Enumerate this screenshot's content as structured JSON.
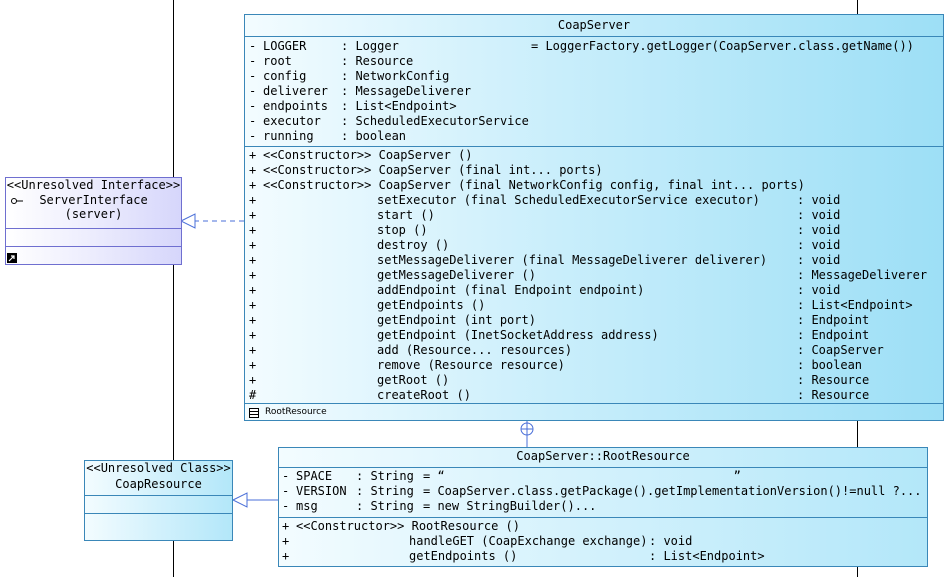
{
  "server_class": {
    "name": "CoapServer",
    "attributes": [
      {
        "vis": "-",
        "name": "LOGGER",
        "type": ": Logger",
        "init": "= LoggerFactory.getLogger(CoapServer.class.getName())"
      },
      {
        "vis": "-",
        "name": "root",
        "type": ": Resource",
        "init": ""
      },
      {
        "vis": "-",
        "name": "config",
        "type": ": NetworkConfig",
        "init": ""
      },
      {
        "vis": "-",
        "name": "deliverer",
        "type": ": MessageDeliverer",
        "init": ""
      },
      {
        "vis": "-",
        "name": "endpoints",
        "type": ": List<Endpoint>",
        "init": ""
      },
      {
        "vis": "-",
        "name": "executor",
        "type": ": ScheduledExecutorService",
        "init": ""
      },
      {
        "vis": "-",
        "name": "running",
        "type": ": boolean",
        "init": ""
      }
    ],
    "constructors": [
      {
        "vis": "+",
        "text": "<<Constructor>> CoapServer ()"
      },
      {
        "vis": "+",
        "text": "<<Constructor>> CoapServer (final int... ports)"
      },
      {
        "vis": "+",
        "text": "<<Constructor>> CoapServer (final NetworkConfig config, final int... ports)"
      }
    ],
    "methods": [
      {
        "vis": "+",
        "sig": "setExecutor (final ScheduledExecutorService executor)",
        "ret": ": void"
      },
      {
        "vis": "+",
        "sig": "start ()",
        "ret": ": void"
      },
      {
        "vis": "+",
        "sig": "stop ()",
        "ret": ": void"
      },
      {
        "vis": "+",
        "sig": "destroy ()",
        "ret": ": void"
      },
      {
        "vis": "+",
        "sig": "setMessageDeliverer (final MessageDeliverer deliverer)",
        "ret": ": void"
      },
      {
        "vis": "+",
        "sig": "getMessageDeliverer ()",
        "ret": ": MessageDeliverer"
      },
      {
        "vis": "+",
        "sig": "addEndpoint (final Endpoint endpoint)",
        "ret": ": void"
      },
      {
        "vis": "+",
        "sig": "getEndpoints ()",
        "ret": ": List<Endpoint>"
      },
      {
        "vis": "+",
        "sig": "getEndpoint (int port)",
        "ret": ": Endpoint"
      },
      {
        "vis": "+",
        "sig": "getEndpoint (InetSocketAddress address)",
        "ret": ": Endpoint"
      },
      {
        "vis": "+",
        "sig": "add (Resource... resources)",
        "ret": ": CoapServer"
      },
      {
        "vis": "+",
        "sig": "remove (Resource resource)",
        "ret": ": boolean"
      },
      {
        "vis": "+",
        "sig": "getRoot ()",
        "ret": ": Resource"
      },
      {
        "vis": "#",
        "sig": "createRoot ()",
        "ret": ": Resource"
      }
    ],
    "nested_label": "RootResource"
  },
  "server_interface": {
    "stereotype": "<<Unresolved Interface>>",
    "name": "ServerInterface",
    "package": "(server)"
  },
  "root_resource": {
    "name": "CoapServer::RootResource",
    "attributes": [
      {
        "vis": "-",
        "name": "SPACE",
        "type": ": String",
        "init": "= “                                        ”"
      },
      {
        "vis": "-",
        "name": "VERSION",
        "type": ": String",
        "init": "= CoapServer.class.getPackage().getImplementationVersion()!=null ?..."
      },
      {
        "vis": "-",
        "name": "msg",
        "type": ": String",
        "init": "= new StringBuilder()..."
      }
    ],
    "constructors": [
      {
        "vis": "+",
        "text": "<<Constructor>> RootResource ()"
      }
    ],
    "methods": [
      {
        "vis": "+",
        "sig": "handleGET (CoapExchange exchange)",
        "ret": ": void"
      },
      {
        "vis": "+",
        "sig": "getEndpoints ()",
        "ret": ": List<Endpoint>"
      }
    ]
  },
  "coap_resource": {
    "stereotype": "<<Unresolved Class>>",
    "name": "CoapResource"
  },
  "colors": {
    "class_border": "#3a87b8",
    "interface_border": "#6f6fd0",
    "connector": "#4a6fd8"
  }
}
